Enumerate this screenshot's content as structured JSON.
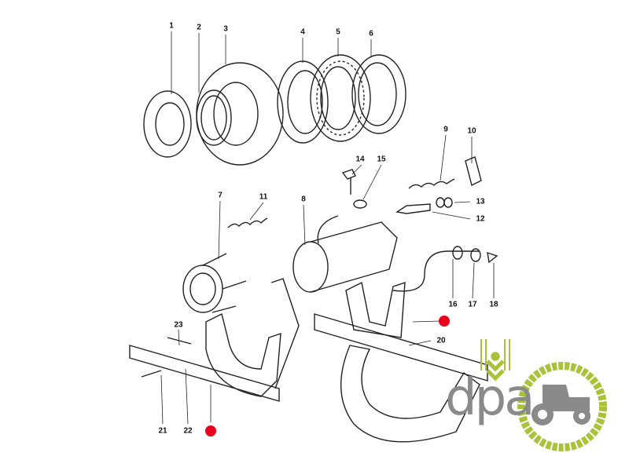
{
  "diagram": {
    "callouts": [
      "1",
      "2",
      "3",
      "4",
      "5",
      "6",
      "7",
      "8",
      "9",
      "10",
      "11",
      "12",
      "13",
      "14",
      "15",
      "16",
      "17",
      "18",
      "20",
      "21",
      "22",
      "23"
    ],
    "highlight_color": "#e8001c"
  },
  "logo": {
    "text": "dpa",
    "accent_color": "#a8c23a",
    "text_color": "#8a8a8a"
  }
}
